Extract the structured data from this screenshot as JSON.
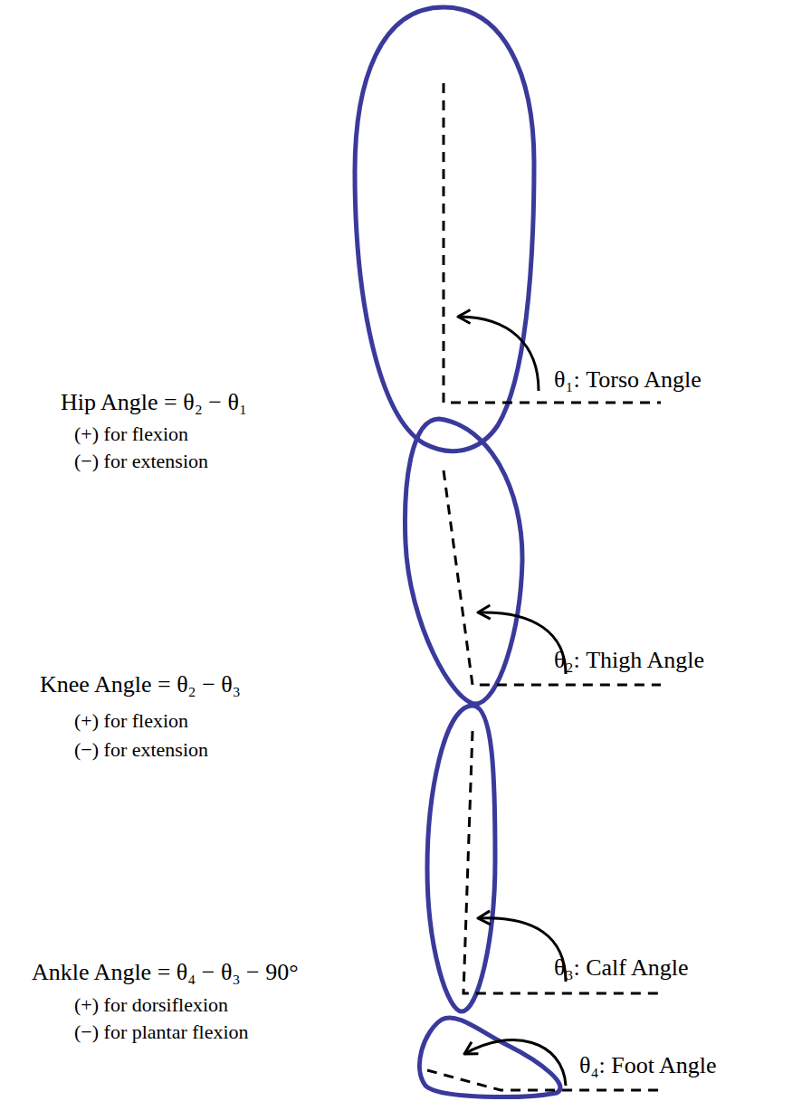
{
  "diagram": {
    "labels": [
      "θ₁: Torso Angle",
      "Hip Angle = θ₂ − θ₁",
      "(+) for flexion",
      "(−) for extension",
      "θ₂: Thigh Angle",
      "Knee Angle = θ₂ − θ₃",
      "(+) for flexion",
      "(−) for extension",
      "θ₃: Calf Angle",
      "Ankle Angle = θ₄ − θ₃ − 90°",
      "(+) for dorsiflexion",
      "(−) for plantar flexion",
      "θ₄: Foot Angle"
    ]
  }
}
